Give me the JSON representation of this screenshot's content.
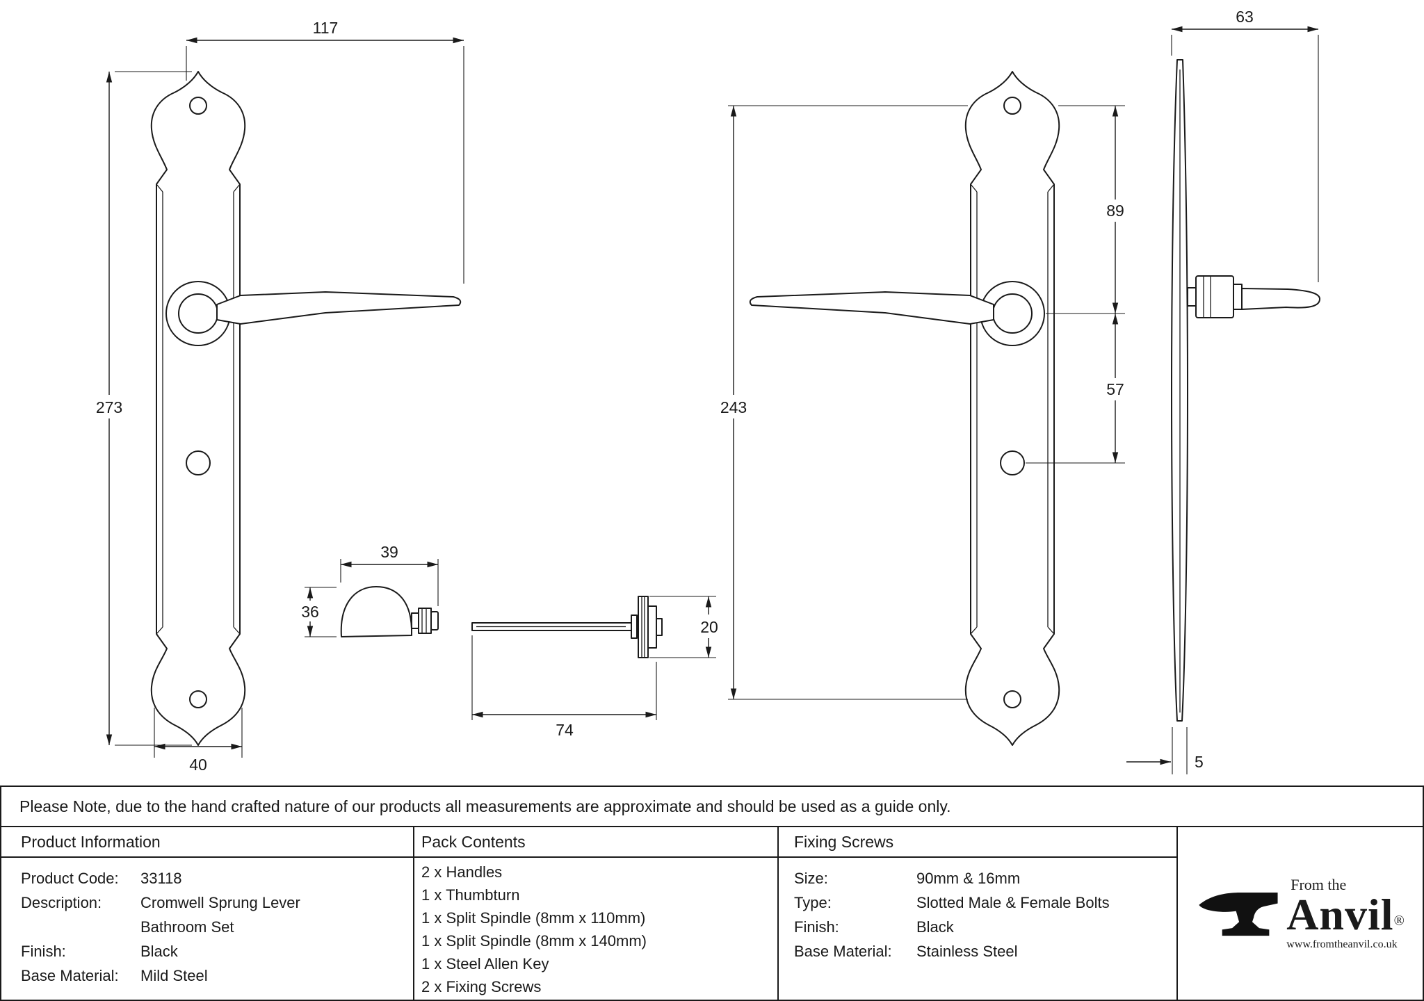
{
  "colors": {
    "ink": "#1a1a1a",
    "background": "#ffffff"
  },
  "note": "Please Note, due to the hand crafted nature of our products all measurements are approximate and should be used as a guide only.",
  "drawing": {
    "dims": {
      "handle_length": "117",
      "plate_height": "273",
      "plate_width": "40",
      "thumbturn_width": "39",
      "thumbturn_height": "36",
      "spindle_length": "74",
      "spindle_collar": "20",
      "screw_centres": "243",
      "screw_to_handle": "89",
      "handle_to_turn": "57",
      "projection": "63",
      "plate_thickness": "5"
    }
  },
  "table": {
    "product_info": {
      "header": "Product Information",
      "rows": [
        {
          "label": "Product Code:",
          "value": "33118"
        },
        {
          "label": "Description:",
          "value": "Cromwell Sprung Lever"
        },
        {
          "label": "",
          "value": "Bathroom Set"
        },
        {
          "label": "Finish:",
          "value": "Black"
        },
        {
          "label": "Base Material:",
          "value": "Mild Steel"
        }
      ]
    },
    "pack_contents": {
      "header": "Pack Contents",
      "items": [
        "2 x Handles",
        "1 x Thumbturn",
        "1 x Split Spindle (8mm x 110mm)",
        "1 x Split Spindle (8mm x 140mm)",
        "1 x Steel Allen Key",
        "2 x Fixing Screws"
      ]
    },
    "fixing_screws": {
      "header": "Fixing Screws",
      "rows": [
        {
          "label": "Size:",
          "value": "90mm & 16mm"
        },
        {
          "label": "Type:",
          "value": "Slotted Male & Female Bolts"
        },
        {
          "label": "Finish:",
          "value": "Black"
        },
        {
          "label": "Base Material:",
          "value": "Stainless Steel"
        }
      ]
    },
    "logo": {
      "from_the": "From the",
      "name": "Anvil",
      "registered": "®",
      "url": "www.fromtheanvil.co.uk"
    }
  }
}
